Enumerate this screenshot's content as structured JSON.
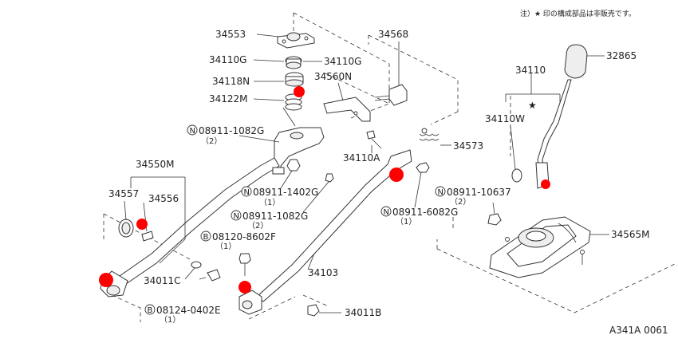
{
  "note": "注）★ 印の構成部品は非販売です。",
  "diagram_code": "A341A 0061",
  "highlight_color": "#ff0000",
  "labels": {
    "p34553": "34553",
    "p34110G_left": "34110G",
    "p34110G_right": "34110G",
    "p34118N": "34118N",
    "p34122M": "34122M",
    "p34560N": "34560N",
    "p34568": "34568",
    "p34573": "34573",
    "p34110A": "34110A",
    "p34550M": "34550M",
    "p34557": "34557",
    "p34556": "34556",
    "p34011C": "34011C",
    "p34103": "34103",
    "p34011B": "34011B",
    "p34110": "34110",
    "p32865": "32865",
    "p34110W": "34110W",
    "p34565M": "34565M",
    "b08911_1082G_top": "08911-1082G",
    "q08911_1082G_top": "（2）",
    "b08911_1402G": "08911-1402G",
    "q08911_1402G": "（1）",
    "b08911_1082G_mid": "08911-1082G",
    "q08911_1082G_mid": "（2）",
    "b08120_8602F": "08120-8602F",
    "q08120_8602F": "（1）",
    "b08124_0402E": "08124-0402E",
    "q08124_0402E": "（1）",
    "b08911_10637": "08911-10637",
    "q08911_10637": "（2）",
    "b08911_6082G": "08911-6082G",
    "q08911_6082G": "（1）",
    "prefix_N": "N",
    "prefix_B": "B",
    "star": "★"
  }
}
